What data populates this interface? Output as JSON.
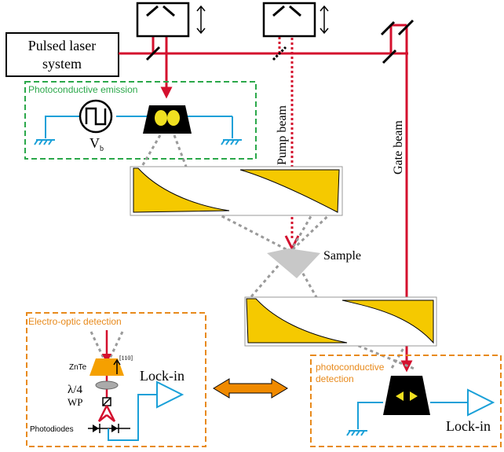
{
  "labels": {
    "laser": "Pulsed laser\nsystem",
    "photoconductive_emission": "Photoconductive emission",
    "bias": "V",
    "bias_sub": "b",
    "pump_beam": "Pump beam",
    "gate_beam": "Gate beam",
    "sample": "Sample",
    "eo_detection": "Electro-optic detection",
    "znte": "ZnTe",
    "crystal_axis": "[110]",
    "waveplate_lambda": "λ/4",
    "waveplate_wp": "WP",
    "photodiodes": "Photodiodes",
    "lockin_left": "Lock-in",
    "pc_detection": "photoconductive\ndetection",
    "lockin_right": "Lock-in"
  },
  "colors": {
    "beam_red": "#d4102e",
    "mirror_gold": "#f5c900",
    "emission_box": "#2ba84a",
    "detection_box": "#e88a1c",
    "circuit_blue": "#1aa0d8",
    "thz_gray": "#9a9a9a",
    "antenna_yellow": "#f0e020",
    "arrow_orange": "#f08a00"
  }
}
